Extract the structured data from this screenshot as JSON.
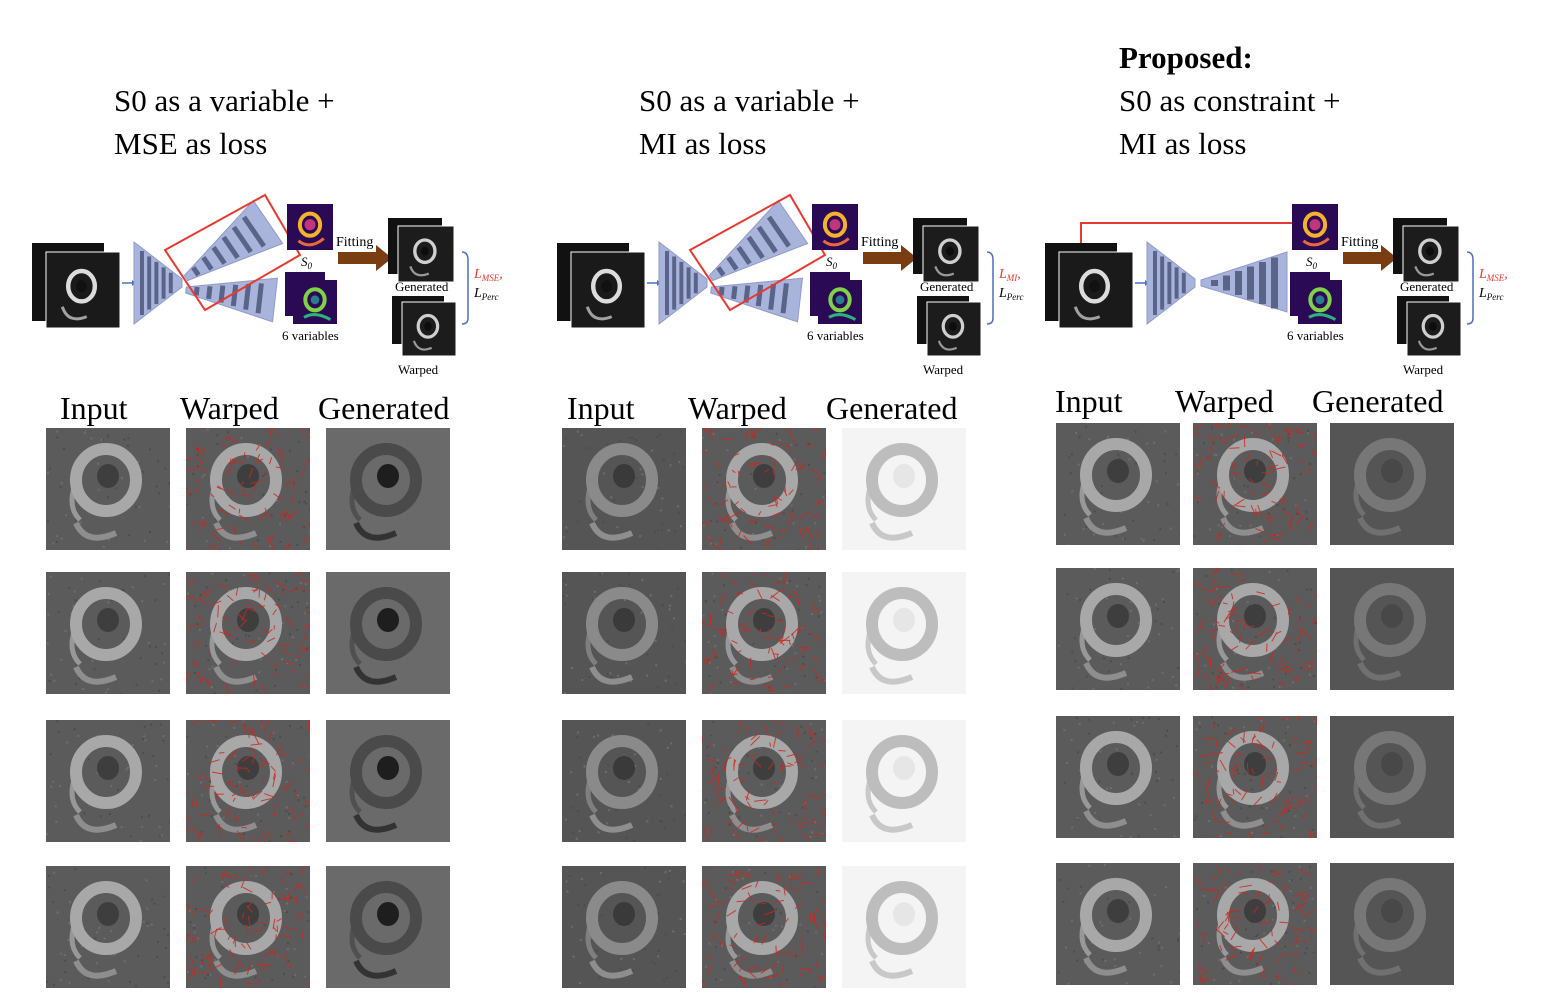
{
  "panels": [
    {
      "title_lines": [
        "S0 as a variable +",
        "MSE as loss"
      ],
      "proposed_label": "",
      "loss_primary": "L",
      "loss_primary_sub": "MSE",
      "loss_secondary": "L",
      "loss_secondary_sub": "Perc",
      "fitting": "Fitting",
      "s0": "S",
      "s0_sub": "0",
      "variables": "6 variables",
      "generated": "Generated",
      "warped": "Warped",
      "generated_style": "dark"
    },
    {
      "title_lines": [
        "S0 as a variable +",
        "MI as loss"
      ],
      "proposed_label": "",
      "loss_primary": "L",
      "loss_primary_sub": "MI",
      "loss_secondary": "L",
      "loss_secondary_sub": "Perc",
      "fitting": "Fitting",
      "s0": "S",
      "s0_sub": "0",
      "variables": "6 variables",
      "generated": "Generated",
      "warped": "Warped",
      "generated_style": "light"
    },
    {
      "title_lines": [
        "S0 as constraint +",
        "MI as loss"
      ],
      "proposed_label": "Proposed:",
      "loss_primary": "L",
      "loss_primary_sub": "MSE",
      "loss_secondary": "L",
      "loss_secondary_sub": "Perc",
      "fitting": "Fitting",
      "s0": "S",
      "s0_sub": "0",
      "variables": "6 variables",
      "generated": "Generated",
      "warped": "Warped",
      "generated_style": "mid"
    }
  ],
  "column_headers": [
    "Input",
    "Warped",
    "Generated"
  ],
  "colors": {
    "accent_red": "#e8392f",
    "arrow_brown": "#7a3d12",
    "encoder_blue": "#a9b4dc",
    "encoder_bar": "#5a6488",
    "bracket_blue": "#4a6fc2"
  }
}
